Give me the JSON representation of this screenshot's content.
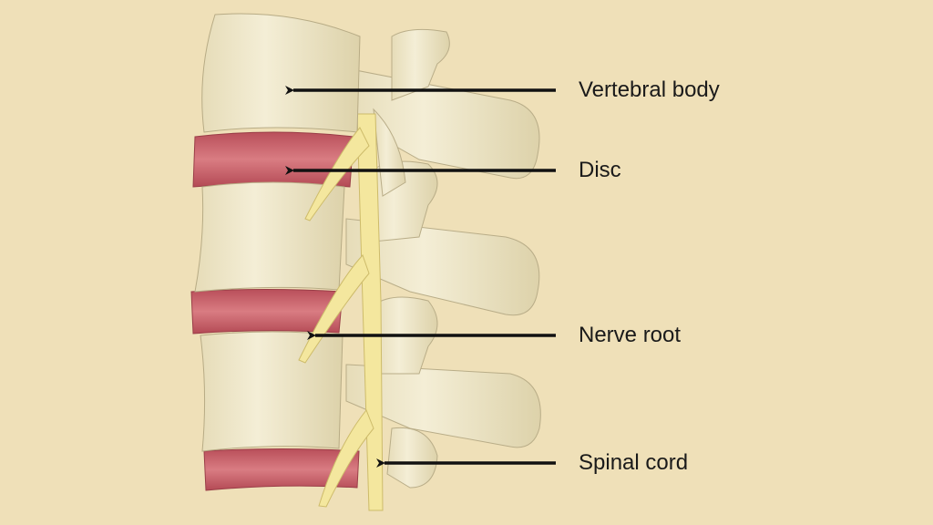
{
  "labels": {
    "vertebral_body": "Vertebral body",
    "disc": "Disc",
    "nerve_root": "Nerve root",
    "spinal_cord": "Spinal cord"
  },
  "colors": {
    "background": "#efe0b8",
    "bone": "#f1ead0",
    "disc": "#c9606a",
    "nerve": "#f3e59a",
    "arrow": "#111111"
  }
}
